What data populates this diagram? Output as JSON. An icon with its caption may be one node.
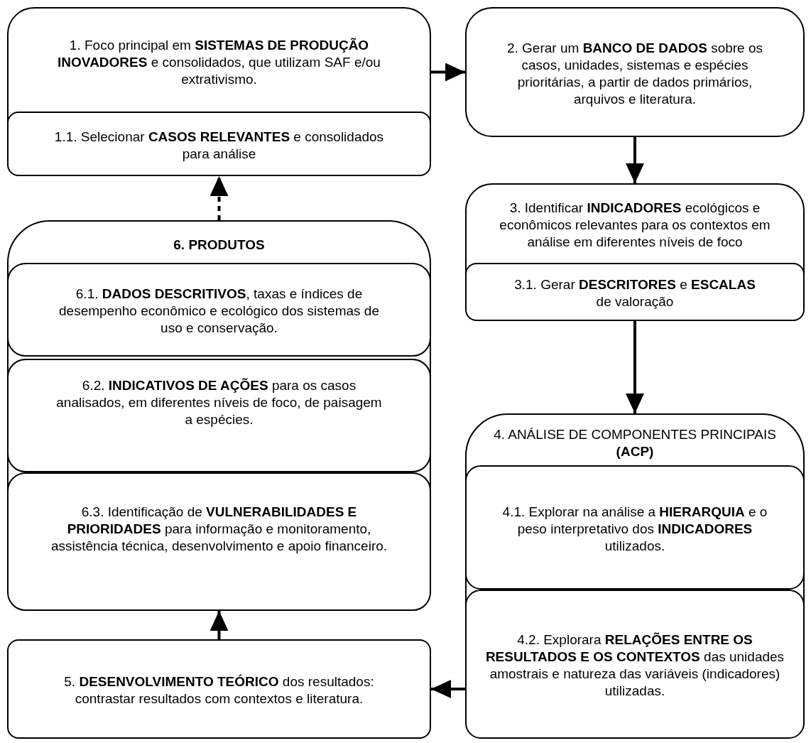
{
  "diagram": {
    "nodes": [
      {
        "text": [
          "1. Foco principal em **SISTEMAS DE PRODUÇÃO INOVADORES** e consolidados, que utilizam SAF e/ou extrativismo."
        ]
      },
      {
        "text": [
          "1.1. Selecionar **CASOS RELEVANTES** e consolidados para análise"
        ],
        "in": 0
      },
      {
        "text": [
          "2. Gerar um **BANCO DE DADOS** sobre os casos, unidades, sistemas e espécies prioritárias, a partir de dados primários, arquivos e literatura."
        ]
      },
      {
        "text": [
          "3. Identificar **INDICADORES** ecológicos e econômicos relevantes para os contextos em análise em diferentes níveis de foco"
        ]
      },
      {
        "text": [
          "3.1. Gerar **DESCRITORES** e **ESCALAS** de valoração"
        ],
        "in": 3
      },
      {
        "text": [
          "4. ANÁLISE DE COMPONENTES PRINCIPAIS **(ACP)**"
        ]
      },
      {
        "text": [
          "4.1. Explorar na análise a **HIERARQUIA** e o peso interpretativo dos **INDICADORES** utilizados."
        ],
        "in": 5
      },
      {
        "text": [
          "4.2. Explorara **RELAÇÕES ENTRE OS RESULTADOS E OS CONTEXTOS** das unidades amostrais e natureza das variáveis (indicadores) utilizadas."
        ],
        "in": 5
      },
      {
        "text": [
          "6. PRODUTOS"
        ]
      },
      {
        "text": [
          "6.1. **DADOS DESCRITIVOS**, taxas e índices de desempenho econômico e ecológico dos sistemas de uso e conservação."
        ],
        "in": 8
      },
      {
        "text": [
          "6.2. **INDICATIVOS DE AÇÕES** para os casos analisados, em diferentes níveis de foco, de paisagem a espécies."
        ],
        "in": 8
      },
      {
        "text": [
          "6.3. Identificação de **VULNERABILIDADES E PRIORIDADES** para informação e monitoramento, assistência técnica, desenvolvimento e apoio financeiro."
        ],
        "in": 8
      },
      {
        "text": [
          "5. **DESENVOLVIMENTO TEÓRICO** dos resultados: contrastar resultados com contextos e literatura."
        ]
      }
    ],
    "edges": [
      {
        "from": 0,
        "to": 2,
        "arrow": "to"
      },
      {
        "from": 2,
        "to": 3,
        "arrow": "to"
      },
      {
        "from": 3,
        "to": 5,
        "arrow": "to"
      },
      {
        "from": 5,
        "to": 12,
        "arrow": "to"
      },
      {
        "from": 12,
        "to": 8,
        "arrow": "to"
      },
      {
        "from": 8,
        "to": 0,
        "arrow": "to",
        "style": "dashed"
      }
    ]
  }
}
